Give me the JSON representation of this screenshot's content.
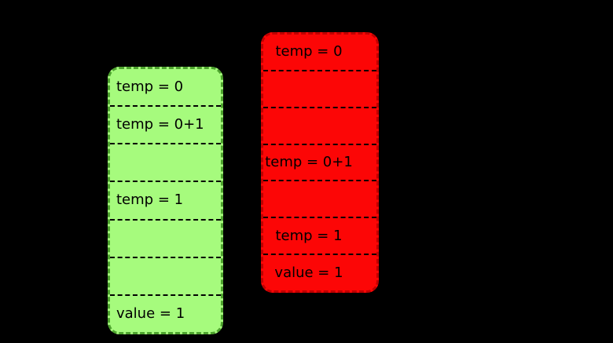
{
  "diagram": {
    "background": "#000000",
    "text_color": "#000000",
    "divider_color": "#000000",
    "left_box": {
      "name": "green-trace",
      "fill": "#A6FB7D",
      "border_color": "#4DA32E",
      "rows": [
        "temp = 0",
        "temp = 0+1",
        "",
        "temp = 1",
        "",
        "",
        "value = 1"
      ]
    },
    "right_box": {
      "name": "red-trace",
      "fill": "#FC0606",
      "border_color": "#C00000",
      "rows": [
        "temp = 0",
        "",
        "",
        "temp = 0+1",
        "",
        "temp = 1",
        "value = 1"
      ]
    }
  }
}
